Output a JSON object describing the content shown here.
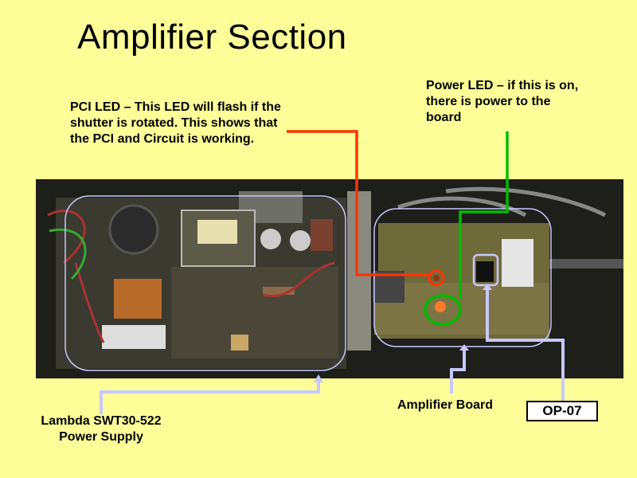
{
  "slide": {
    "title": "Amplifier Section",
    "pci_led_note": "PCI LED – This LED will flash if the shutter is rotated.  This shows that the PCI and Circuit is working.",
    "power_led_note": "Power LED – if this is on, there is power to the board",
    "amplifier_board_label": "Amplifier Board",
    "power_supply_label": "Lambda SWT30-522 Power Supply",
    "chip_label": "OP-07"
  },
  "colors": {
    "background": "#ffff99",
    "pci_led_callout": "#ff3300",
    "power_led_callout": "#00bb00",
    "highlight_outline": "#c8c8ff"
  }
}
